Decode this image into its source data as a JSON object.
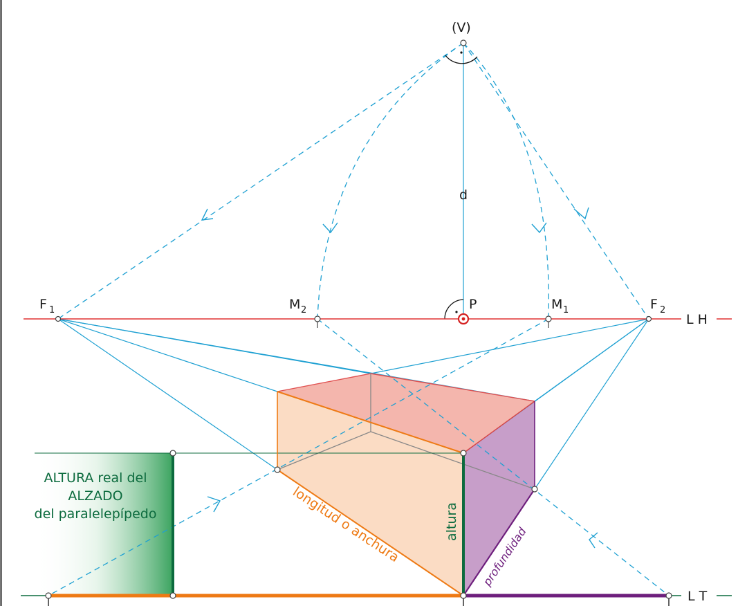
{
  "points": {
    "V": "(V)",
    "F1": "F",
    "F1_sub": "1",
    "F2": "F",
    "F2_sub": "2",
    "M2": "M",
    "M2_sub": "2",
    "M1": "M",
    "M1_sub": "1",
    "P": "P",
    "d": "d"
  },
  "lines": {
    "LH": "L H",
    "LT": "L T"
  },
  "dimensions": {
    "longitud": "longitud o anchura",
    "altura": "altura",
    "profundidad": "profundidad"
  },
  "note": {
    "line1_bold": "ALTURA",
    "line1_rest": " real del",
    "line2": "ALZADO",
    "line3": "del paralelepípedo"
  },
  "colors": {
    "cyan": "#1ea0d2",
    "red": "#e03030",
    "orange": "#ee7a14",
    "green": "#0c6b3e",
    "purple": "#6e1f7d",
    "top_face": "#f4b6ad",
    "front_face": "#fbdcc4",
    "side_face": "#c79ec9"
  }
}
